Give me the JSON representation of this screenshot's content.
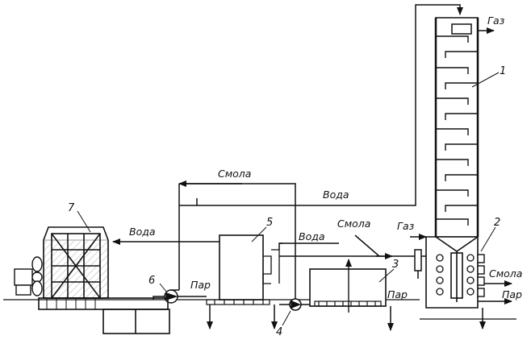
{
  "labels": {
    "gas_top": "Газ",
    "gas_mid": "Газ",
    "resin_top": "Смола",
    "resin_mid": "Смола",
    "resin_right": "Смола",
    "water_main": "Вода",
    "water_left": "Вода",
    "water_mid": "Вода",
    "steam_left": "Пар",
    "steam_mid": "Пар",
    "steam_right": "Пар"
  },
  "numbers": {
    "n1": "1",
    "n2": "2",
    "n3": "3",
    "n4": "4",
    "n5": "5",
    "n6": "6",
    "n7": "7"
  }
}
